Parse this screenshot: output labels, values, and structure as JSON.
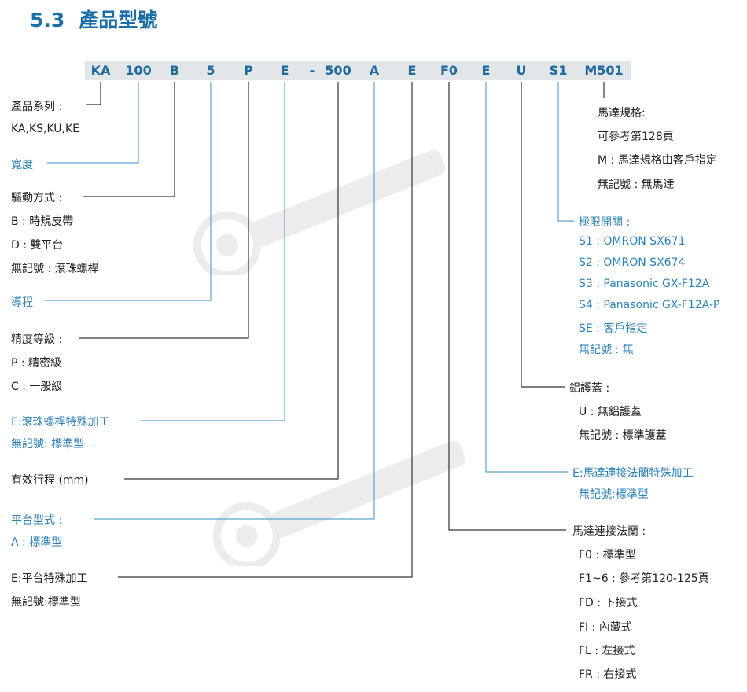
{
  "title": {
    "number": "5.3",
    "text": "產品型號"
  },
  "code": {
    "segments": [
      "KA",
      "100",
      "B",
      "5",
      "P",
      "E",
      "-",
      "500",
      "A",
      "E",
      "F0",
      "E",
      "U",
      "S1",
      "M501"
    ]
  },
  "left": {
    "series_label": "產品系列 :",
    "series_values": "KA,KS,KU,KE",
    "width_label": "寬度",
    "drive_label": "驅動方式 :",
    "drive_b": "B : 時規皮帶",
    "drive_d": "D : 雙平台",
    "drive_none": "無記號 : 滾珠螺桿",
    "lead_label": "導程",
    "precision_label": "精度等級 :",
    "precision_p": "P : 精密級",
    "precision_c": "C : 一般級",
    "screw_label": "E:滾珠螺桿特殊加工",
    "screw_none": "無記號: 標準型",
    "stroke_label": "有效行程 (mm)",
    "platform_label": "平台型式 :",
    "platform_a": "A : 標準型",
    "platform_special": "E:平台特殊加工",
    "platform_none": "無記號:標準型"
  },
  "right": {
    "motor_label": "馬達規格:",
    "motor_ref": "可參考第128頁",
    "motor_m": "M : 馬達規格由客戶指定",
    "motor_none": "無記號 : 無馬達",
    "limit_label": "極限開關 :",
    "limit_s1": "S1 :  OMRON SX671",
    "limit_s2": "S2 :  OMRON SX674",
    "limit_s3": "S3 :  Panasonic GX-F12A",
    "limit_s4": "S4 :  Panasonic GX-F12A-P",
    "limit_se": "SE :  客戶指定",
    "limit_none": "無記號 : 無",
    "cover_label": "鋁護蓋 :",
    "cover_u": "U : 無鋁護蓋",
    "cover_none": "無記號 : 標準護蓋",
    "flange_special": "E:馬達連接法蘭特殊加工",
    "flange_special_none": "無記號:標準型",
    "flange_label": "馬達連接法蘭 :",
    "flange_f0": "F0 : 標準型",
    "flange_f16": "F1~6 : 參考第120-125頁",
    "flange_fd": "FD : 下接式",
    "flange_fi": "FI : 內藏式",
    "flange_fl": "FL : 左接式",
    "flange_fr": "FR : 右接式"
  },
  "colors": {
    "accent": "#1a6fa8",
    "blue_text": "#2b82b8",
    "code_bg": "#e3e6e9",
    "line_blue": "#5aa3d0"
  }
}
